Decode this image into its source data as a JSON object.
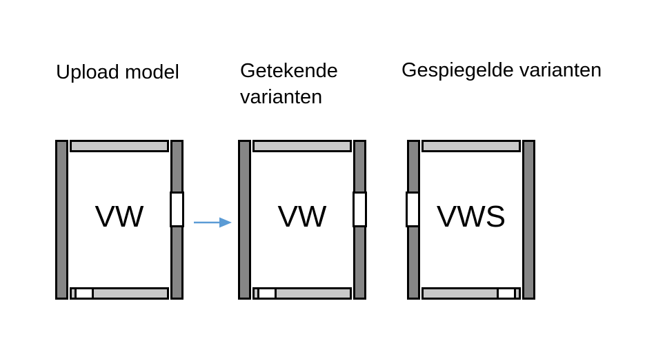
{
  "colors": {
    "wall-dark": "#868686",
    "wall-light": "#C9C9C9",
    "outline": "#000000",
    "arrow-blue": "#5B9BD5",
    "text": "#000000"
  },
  "icons": {
    "transform_arrow": "arrow-right"
  },
  "stages": [
    {
      "label": "Upload model",
      "room_label": "VW"
    },
    {
      "label": "Getekende varianten",
      "room_label": "VW"
    },
    {
      "label": "Gespiegelde varianten",
      "room_label": "VWS"
    }
  ]
}
